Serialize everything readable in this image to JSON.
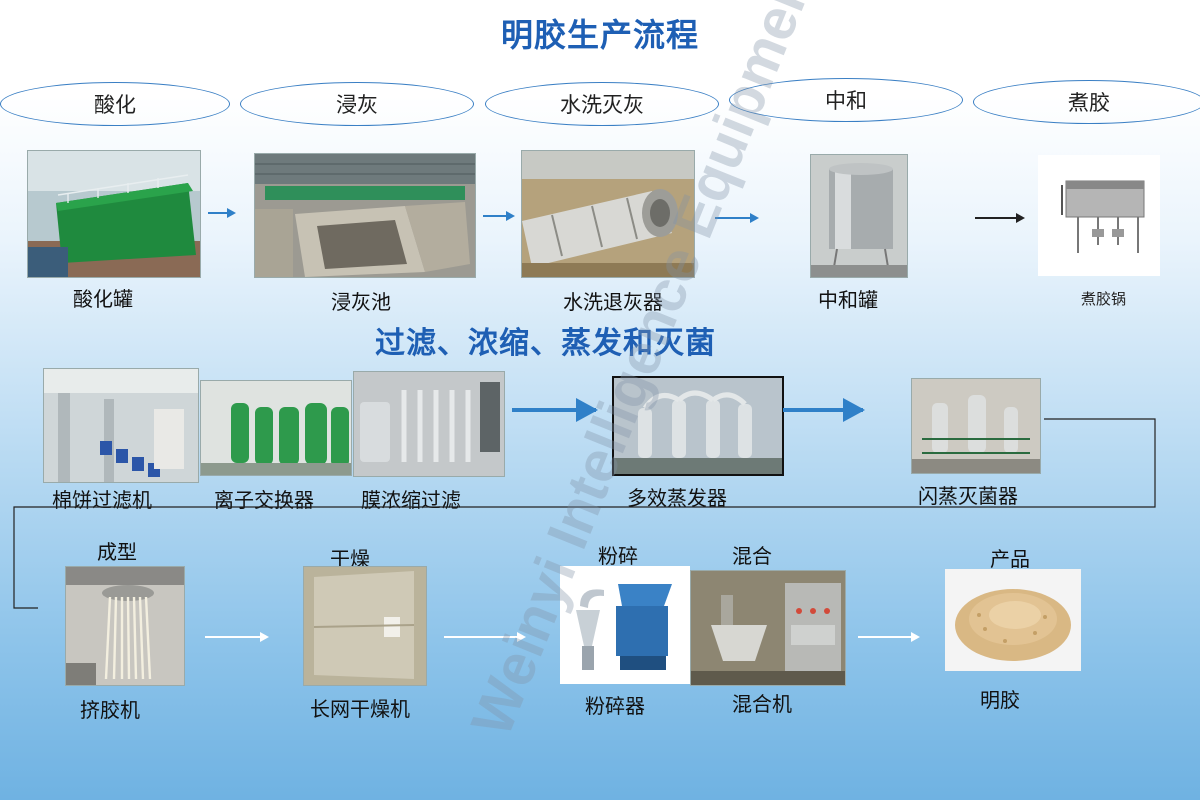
{
  "title": "明胶生产流程",
  "subtitle": "过滤、浓缩、蒸发和灭菌",
  "stages": [
    "酸化",
    "浸灰",
    "水洗灭灰",
    "中和",
    "煮胶"
  ],
  "row1": [
    "酸化罐",
    "浸灰池",
    "水洗退灰器",
    "中和罐",
    "煮胶锅"
  ],
  "row2": [
    "棉饼过滤机",
    "离子交换器",
    "膜浓缩过滤",
    "多效蒸发器",
    "闪蒸灭菌器"
  ],
  "row3_steps": [
    "成型",
    "干燥",
    "粉碎",
    "混合",
    "产品"
  ],
  "row3": [
    "挤胶机",
    "长网干燥机",
    "粉碎器",
    "混合机",
    "明胶"
  ],
  "watermark": "Weinyi Intelligence Equipment (Tianjin) Co., Ltd.",
  "colors": {
    "title": "#1e5fb4",
    "oval": "#3a7fc4",
    "arrow": "#2f80c8",
    "arrow_dark": "#222222"
  }
}
